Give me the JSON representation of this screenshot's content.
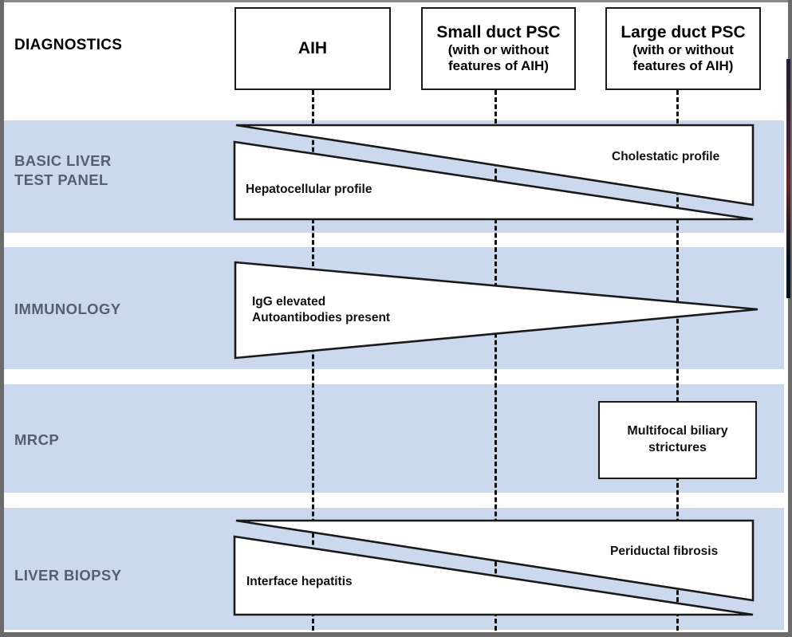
{
  "figure": {
    "row_header_label": "DIAGNOSTICS",
    "band_color": "#ccd8ee",
    "label_color": "#555f6e",
    "outline_color": "#1a1a1a"
  },
  "columns": [
    {
      "id": "aih",
      "title": "AIH",
      "subtitle": ""
    },
    {
      "id": "small-duct-psc",
      "title": "Small duct PSC",
      "subtitle": "(with or without\nfeatures of AIH)"
    },
    {
      "id": "large-duct-psc",
      "title": "Large duct PSC",
      "subtitle": "(with or without\nfeatures of AIH)"
    }
  ],
  "rows": [
    {
      "id": "basic-liver-test-panel",
      "label": "BASIC LIVER\nTEST PANEL",
      "shapes": [
        {
          "kind": "wedge-right",
          "label": "Cholestatic profile"
        },
        {
          "kind": "wedge-left",
          "label": "Hepatocellular profile"
        }
      ]
    },
    {
      "id": "immunology",
      "label": "IMMUNOLOGY",
      "shapes": [
        {
          "kind": "triangle-right",
          "label": "IgG elevated\nAutoantibodies present"
        }
      ]
    },
    {
      "id": "mrcp",
      "label": "MRCP",
      "shapes": [
        {
          "kind": "box",
          "label": "Multifocal biliary\nstrictures"
        }
      ]
    },
    {
      "id": "liver-biopsy",
      "label": "LIVER BIOPSY",
      "shapes": [
        {
          "kind": "wedge-right",
          "label": "Periductal fibrosis"
        },
        {
          "kind": "wedge-left",
          "label": "Interface hepatitis"
        }
      ]
    }
  ]
}
